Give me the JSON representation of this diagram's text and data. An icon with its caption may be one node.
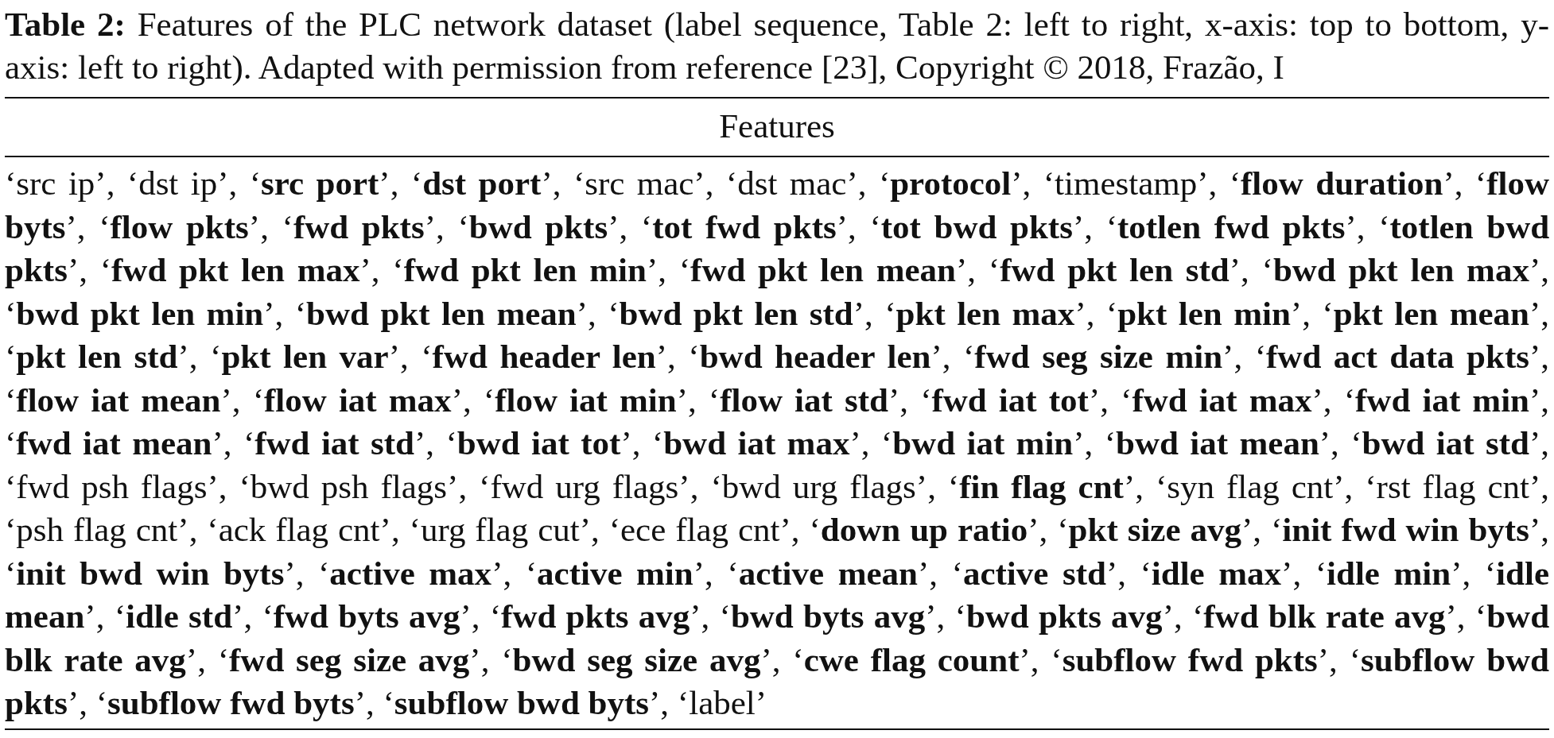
{
  "diagram": {
    "caption": "**Table 2:** Features of the PLC network dataset (label sequence, Table 2: left to right, x-axis: top to bottom, y-axis: left to right). Adapted with permission from reference [23], Copyright © 2018, Frazão, I",
    "labels": [
      "Features",
      "‘src ip’, ‘dst ip’, ‘**src port**’, ‘**dst port**’, ‘src mac’, ‘dst mac’, ‘**protocol**’, ‘timestamp’, ‘**flow duration**’, ‘**flow byts**’, ‘**flow pkts**’, ‘**fwd pkts**’, ‘**bwd pkts**’, ‘**tot fwd pkts**’, ‘**tot bwd pkts**’, ‘**totlen fwd pkts**’, ‘**totlen bwd pkts**’, ‘**fwd pkt len max**’, ‘**fwd pkt len min**’, ‘**fwd pkt len mean**’, ‘**fwd pkt len std**’, ‘**bwd pkt len max**’, ‘**bwd pkt len min**’, ‘**bwd pkt len mean**’, ‘**bwd pkt len std**’, ‘**pkt len max**’, ‘**pkt len min**’, ‘**pkt len mean**’, ‘**pkt len std**’, ‘**pkt len var**’, ‘**fwd header len**’, ‘**bwd header len**’, ‘**fwd seg size min**’, ‘**fwd act data pkts**’, ‘**flow iat mean**’, ‘**flow iat max**’, ‘**flow iat min**’, ‘**flow iat std**’, ‘**fwd iat tot**’, ‘**fwd iat max**’, ‘**fwd iat min**’, ‘**fwd iat mean**’, ‘**fwd iat std**’, ‘**bwd iat tot**’, ‘**bwd iat max**’, ‘**bwd iat min**’, ‘**bwd iat mean**’, ‘**bwd iat std**’, ‘fwd psh flags’, ‘bwd psh flags’, ‘fwd urg flags’, ‘bwd urg flags’, ‘**fin flag cnt**’, ‘syn flag cnt’, ‘rst flag cnt’, ‘psh flag cnt’, ‘ack flag cnt’, ‘urg flag cut’, ‘ece flag cnt’, ‘**down up ratio**’, ‘**pkt size avg**’, ‘**init fwd win byts**’, ‘**init bwd win byts**’, ‘**active max**’, ‘**active min**’, ‘**active mean**’, ‘**active std**’, ‘**idle max**’, ‘**idle min**’, ‘**idle mean**’, ‘**idle std**’, ‘**fwd byts avg**’, ‘**fwd pkts avg**’, ‘**bwd byts avg**’, ‘**bwd pkts avg**’, ‘**fwd blk rate avg**’, ‘**bwd blk rate avg**’, ‘**fwd seg size avg**’, ‘**bwd seg size avg**’, ‘**cwe flag count**’, ‘**subflow fwd pkts**’, ‘**subflow bwd pkts**’, ‘**subflow fwd byts**’, ‘**subflow bwd byts**’, ‘label’"
    ]
  }
}
